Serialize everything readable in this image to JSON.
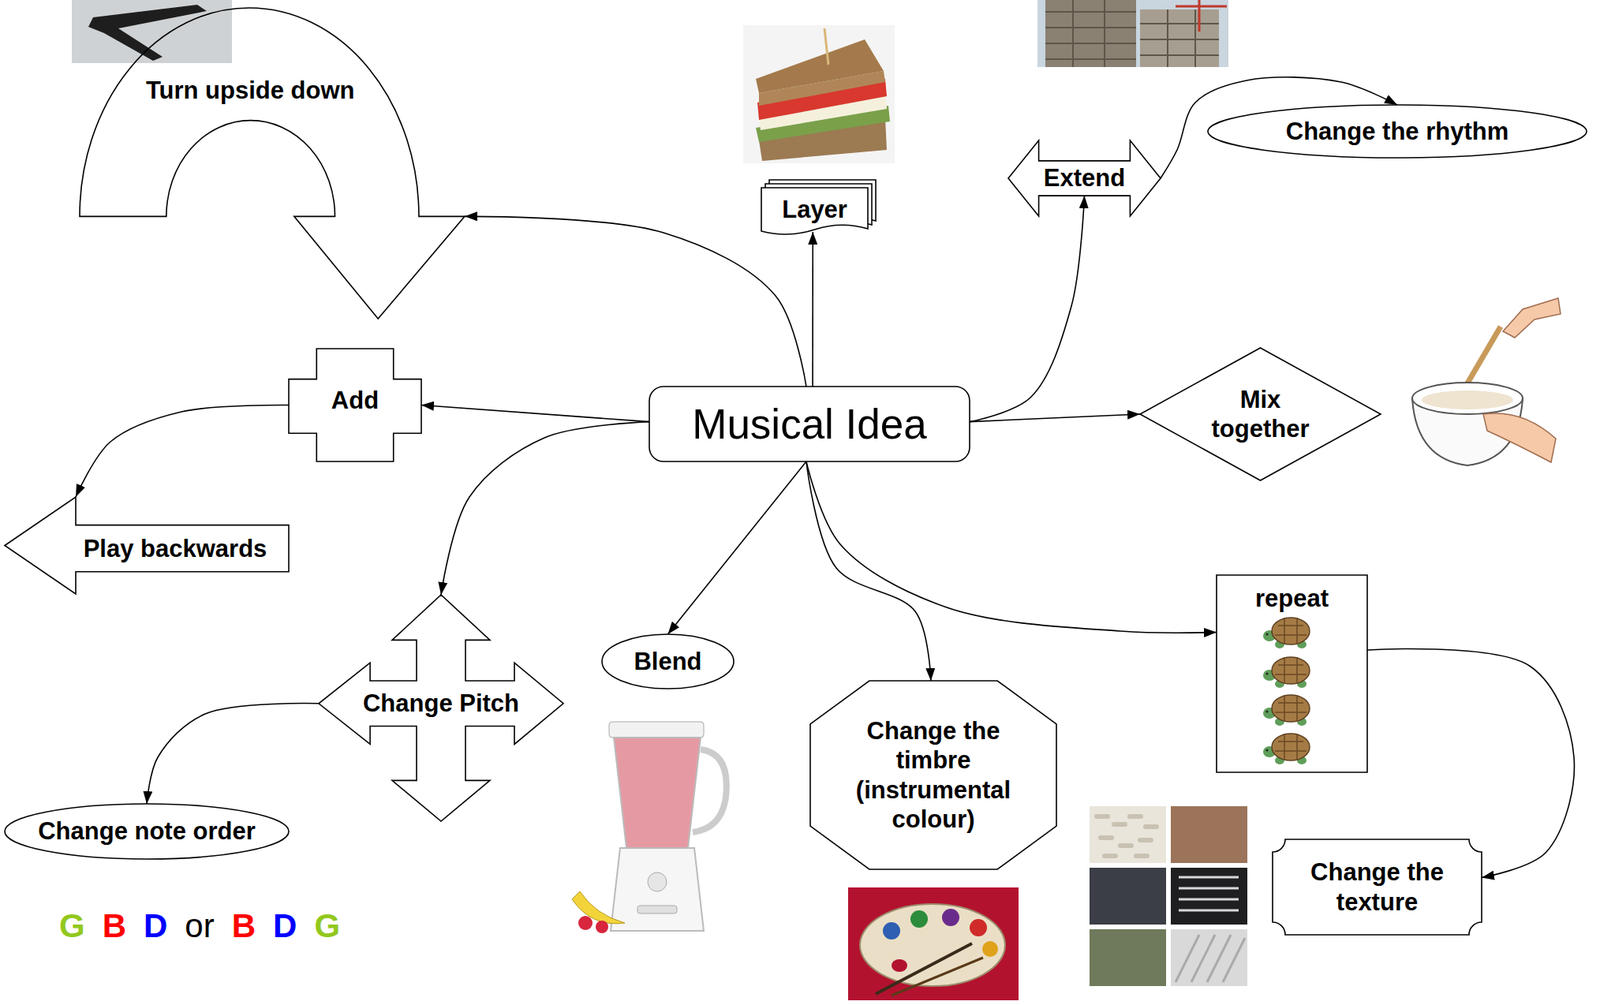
{
  "diagram": {
    "nodes": [
      {
        "text": [
          "Turn upside down"
        ]
      },
      {
        "text": [
          "Layer"
        ]
      },
      {
        "text": [
          "Extend"
        ]
      },
      {
        "text": [
          "Change the rhythm"
        ]
      },
      {
        "text": [
          "Add"
        ]
      },
      {
        "text": [
          "Musical Idea"
        ]
      },
      {
        "text": [
          "Mix together"
        ]
      },
      {
        "text": [
          "Play backwards"
        ]
      },
      {
        "text": [
          "repeat"
        ]
      },
      {
        "text": [
          "Change Pitch"
        ]
      },
      {
        "text": [
          "Blend"
        ]
      },
      {
        "text": [
          "Change the timbre (instrumental colour)"
        ]
      },
      {
        "text": [
          "Change note order"
        ]
      },
      {
        "text": [
          "Change the texture"
        ]
      }
    ],
    "edges": [
      {
        "from": 5,
        "to": 0,
        "arrow": "to"
      },
      {
        "from": 5,
        "to": 1,
        "arrow": "to"
      },
      {
        "from": 5,
        "to": 2,
        "arrow": "to"
      },
      {
        "from": 2,
        "to": 3,
        "arrow": "to"
      },
      {
        "from": 5,
        "to": 4,
        "arrow": "to"
      },
      {
        "from": 5,
        "to": 6,
        "arrow": "to"
      },
      {
        "from": 4,
        "to": 7,
        "arrow": "to"
      },
      {
        "from": 5,
        "to": 8,
        "arrow": "to"
      },
      {
        "from": 5,
        "to": 9,
        "arrow": "to"
      },
      {
        "from": 5,
        "to": 10,
        "arrow": "to"
      },
      {
        "from": 5,
        "to": 11,
        "arrow": "to"
      },
      {
        "from": 9,
        "to": 12,
        "arrow": "to"
      },
      {
        "from": 8,
        "to": 13,
        "arrow": "to"
      }
    ],
    "labels": [
      "G",
      "B",
      "D",
      "or",
      "B",
      "D",
      "G"
    ]
  }
}
